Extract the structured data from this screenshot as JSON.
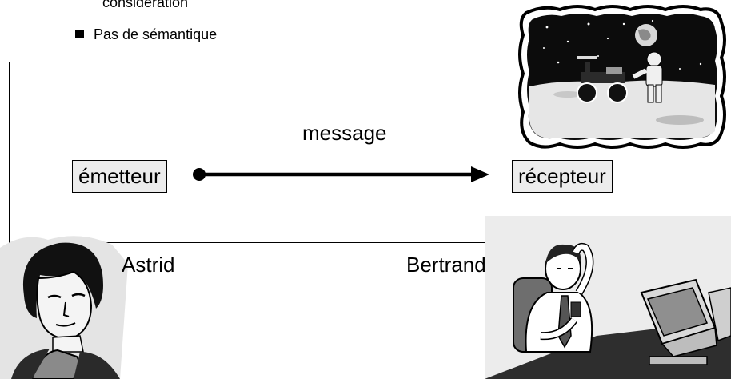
{
  "slide": {
    "partial_line": "considération",
    "bullet_text": "Pas de sémantique"
  },
  "diagram": {
    "sender_label": "émetteur",
    "receiver_label": "récepteur",
    "message_label": "message"
  },
  "people": {
    "sender_name": "Astrid",
    "receiver_name": "Bertrand"
  },
  "illustrations": {
    "moon": "moon-rover-astronaut-clipart",
    "woman": "woman-portrait-clipart",
    "office": "man-at-computer-clipart"
  }
}
